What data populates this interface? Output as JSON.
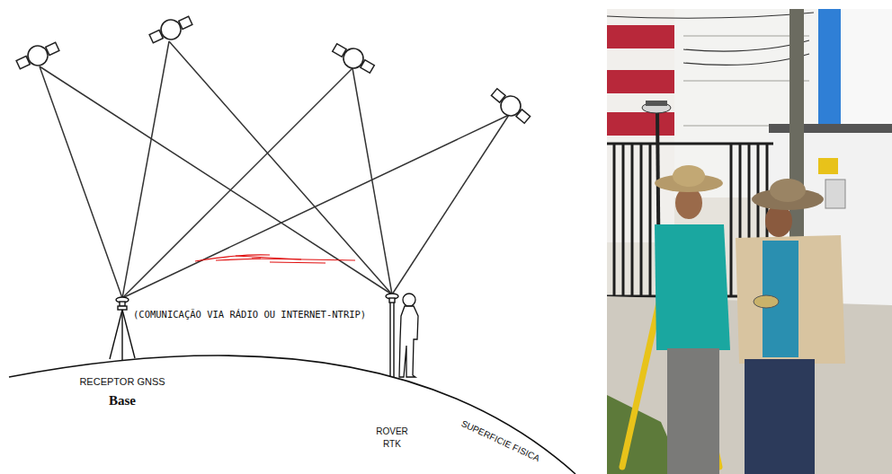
{
  "diagram": {
    "nodes": [
      {
        "text": [
          "RECEPTOR GNSS",
          "Base"
        ]
      },
      {
        "text": [
          "ROVER RTK"
        ]
      }
    ],
    "labels": [
      "(COMUNICAÇÃO VIA RÁDIO OU INTERNET-NTRIP)",
      "SUPERFICIE FISICA"
    ]
  }
}
